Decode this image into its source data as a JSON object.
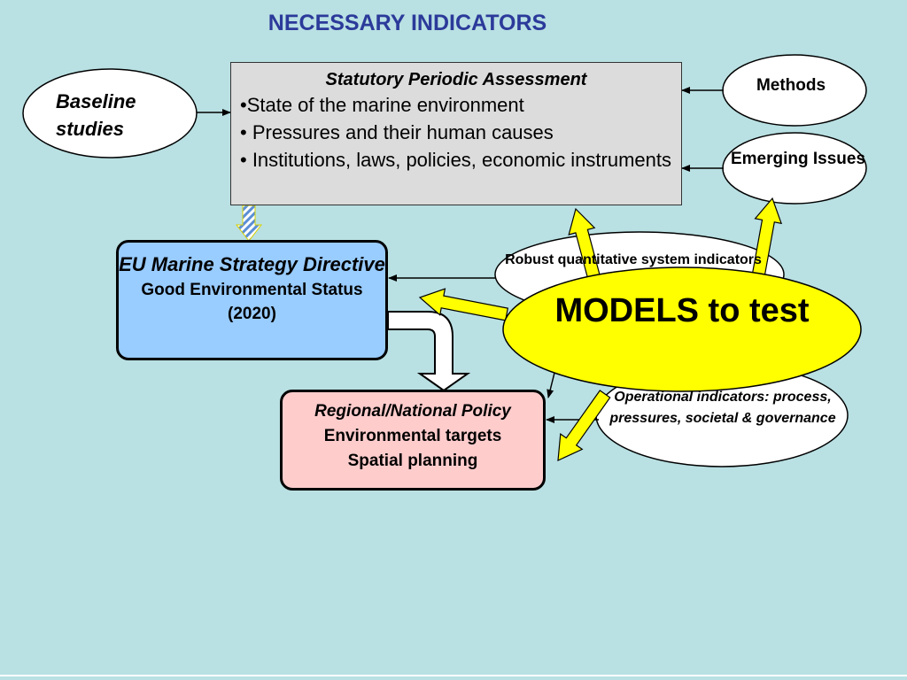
{
  "title": "NECESSARY INDICATORS",
  "assessment": {
    "heading": "Statutory Periodic Assessment",
    "items": [
      "•State of the marine environment",
      "• Pressures and their human causes",
      "• Institutions, laws, policies, economic instruments"
    ]
  },
  "baseline": "Baseline studies",
  "methods": "Methods",
  "emerging": "Emerging Issues",
  "directive": {
    "line1": "EU Marine Strategy Directive",
    "line2": "Good Environmental Status (2020)"
  },
  "regional": {
    "line1": "Regional/National Policy",
    "line2": "Environmental targets",
    "line3": "Spatial planning"
  },
  "robust": "Robust quantitative system indicators",
  "operational": "Operational indicators: process, pressures, societal & governance",
  "models": "MODELS to test",
  "colors": {
    "background": "#b9e0e3",
    "title": "#2b3a9a",
    "directive": "#99ccff",
    "regional": "#ffcccc",
    "assessment": "#dcdcdc",
    "models": "#ffff00"
  }
}
